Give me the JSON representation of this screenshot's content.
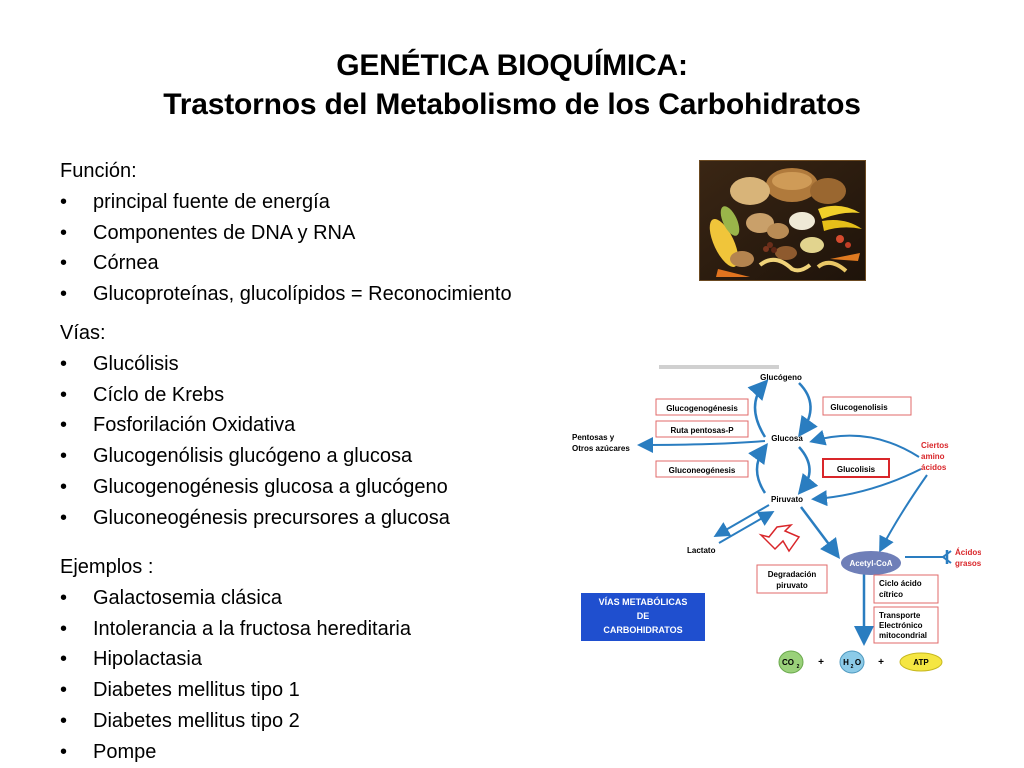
{
  "title": {
    "line1": "GENÉTICA BIOQUÍMICA:",
    "line2": "Trastornos del Metabolismo de los Carbohidratos"
  },
  "funcion": {
    "heading": "Función:",
    "items": [
      "principal fuente de energía",
      "Componentes de DNA y RNA",
      "Córnea",
      "Glucoproteínas, glucolípidos = Reconocimiento"
    ]
  },
  "vias": {
    "heading": "Vías:",
    "items": [
      "Glucólisis",
      "Cíclo de Krebs",
      "Fosforilación Oxidativa",
      "Glucogenólisis  glucógeno a glucosa",
      "Glucogenogénesis  glucosa a glucógeno",
      "Gluconeogénesis precursores a glucosa"
    ]
  },
  "ejemplos": {
    "heading": "Ejemplos :",
    "items": [
      "Galactosemia clásica",
      "Intolerancia a la fructosa hereditaria",
      "Hipolactasia",
      "Diabetes mellitus tipo 1",
      "Diabetes mellitus  tipo 2",
      "Pompe"
    ]
  },
  "diagram": {
    "glucogeno": "Glucógeno",
    "glucogenogenesis": "Glucogenogénesis",
    "glucogenolisis": "Glucogenolisis",
    "ruta_pentosas": "Ruta pentosas-P",
    "pentosas_line1": "Pentosas y",
    "pentosas_line2": "Otros azúcares",
    "glucosa": "Glucosa",
    "ciertos_line1": "Ciertos",
    "ciertos_line2": "amino",
    "ciertos_line3": "ácidos",
    "gluconeogenesis": "Gluconeogénesis",
    "glucolisis": "Glucolisis",
    "piruvato": "Piruvato",
    "lactato": "Lactato",
    "acetil_coa": "Acetyl-CoA",
    "acidos_line1": "Ácidos",
    "acidos_line2": "grasos",
    "degradacion_line1": "Degradación",
    "degradacion_line2": "piruvato",
    "ciclo_line1": "Ciclo ácido",
    "ciclo_line2": "cítrico",
    "transporte_line1": "Transporte",
    "transporte_line2": "Electrónico",
    "transporte_line3": "mitocondrial",
    "vias_line1": "VÍAS METABÓLICAS",
    "vias_line2": "DE",
    "vias_line3": "CARBOHIDRATOS",
    "co2_main": "CO",
    "co2_sub": "2",
    "h2o_main1": "H",
    "h2o_sub": "2",
    "h2o_main2": "O",
    "atp": "ATP",
    "plus1": "+",
    "plus2": "+"
  },
  "colors": {
    "diagram_arrow": "#2a7dc0",
    "diagram_red": "#d9262a",
    "diagram_box_border": "#e06a6a",
    "vias_box": "#1f4fcf",
    "acetyl_coa": "#6f7fb8",
    "co2": "#9ad17a",
    "h2o": "#8ccbe8",
    "atp": "#f5e642"
  }
}
